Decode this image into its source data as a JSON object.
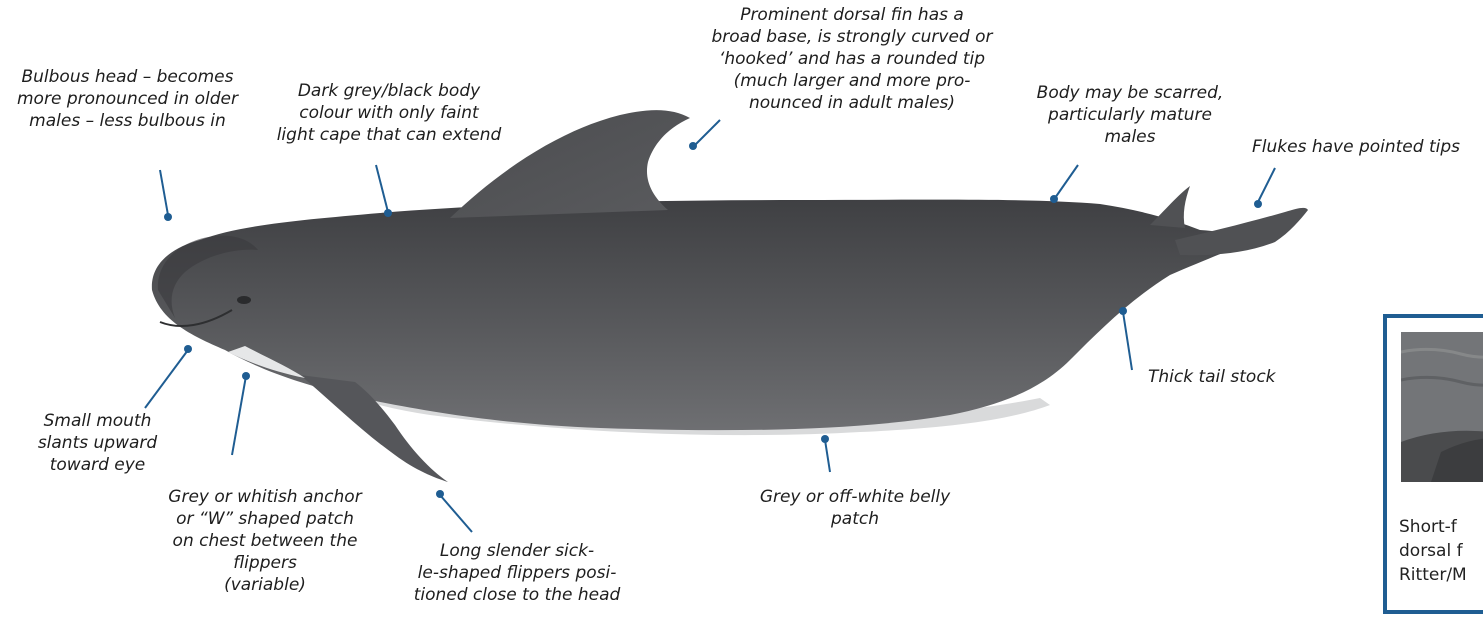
{
  "labels": {
    "head": "Bulbous head – becomes\nmore pronounced in older\nmales – less bulbous in",
    "body_colour": "Dark grey/black body\ncolour with only faint\nlight cape that can extend",
    "dorsal_fin": "Prominent  dorsal fin  has a\nbroad base, is strongly curved or\n‘hooked’ and has a rounded tip\n(much larger and more pro-\nnounced in adult males)",
    "scarred": "Body may be scarred,\nparticularly  mature\nmales",
    "flukes": "Flukes have pointed tips",
    "tail_stock": "Thick tail stock",
    "belly": "Grey or off-white belly\npatch",
    "flippers": "Long slender sick-\nle-shaped flippers posi-\ntioned close to the head",
    "chest_patch": "Grey or whitish anchor\nor “W” shaped patch\non chest between the\nflippers\n(variable)",
    "mouth": "Small mouth\nslants upward\ntoward eye"
  },
  "inset": {
    "caption": "Short-f\ndorsal f\nRitter/M"
  },
  "colors": {
    "leader": "#1f5d92",
    "body": "#4a4b4e",
    "border": "#1f5d92"
  }
}
